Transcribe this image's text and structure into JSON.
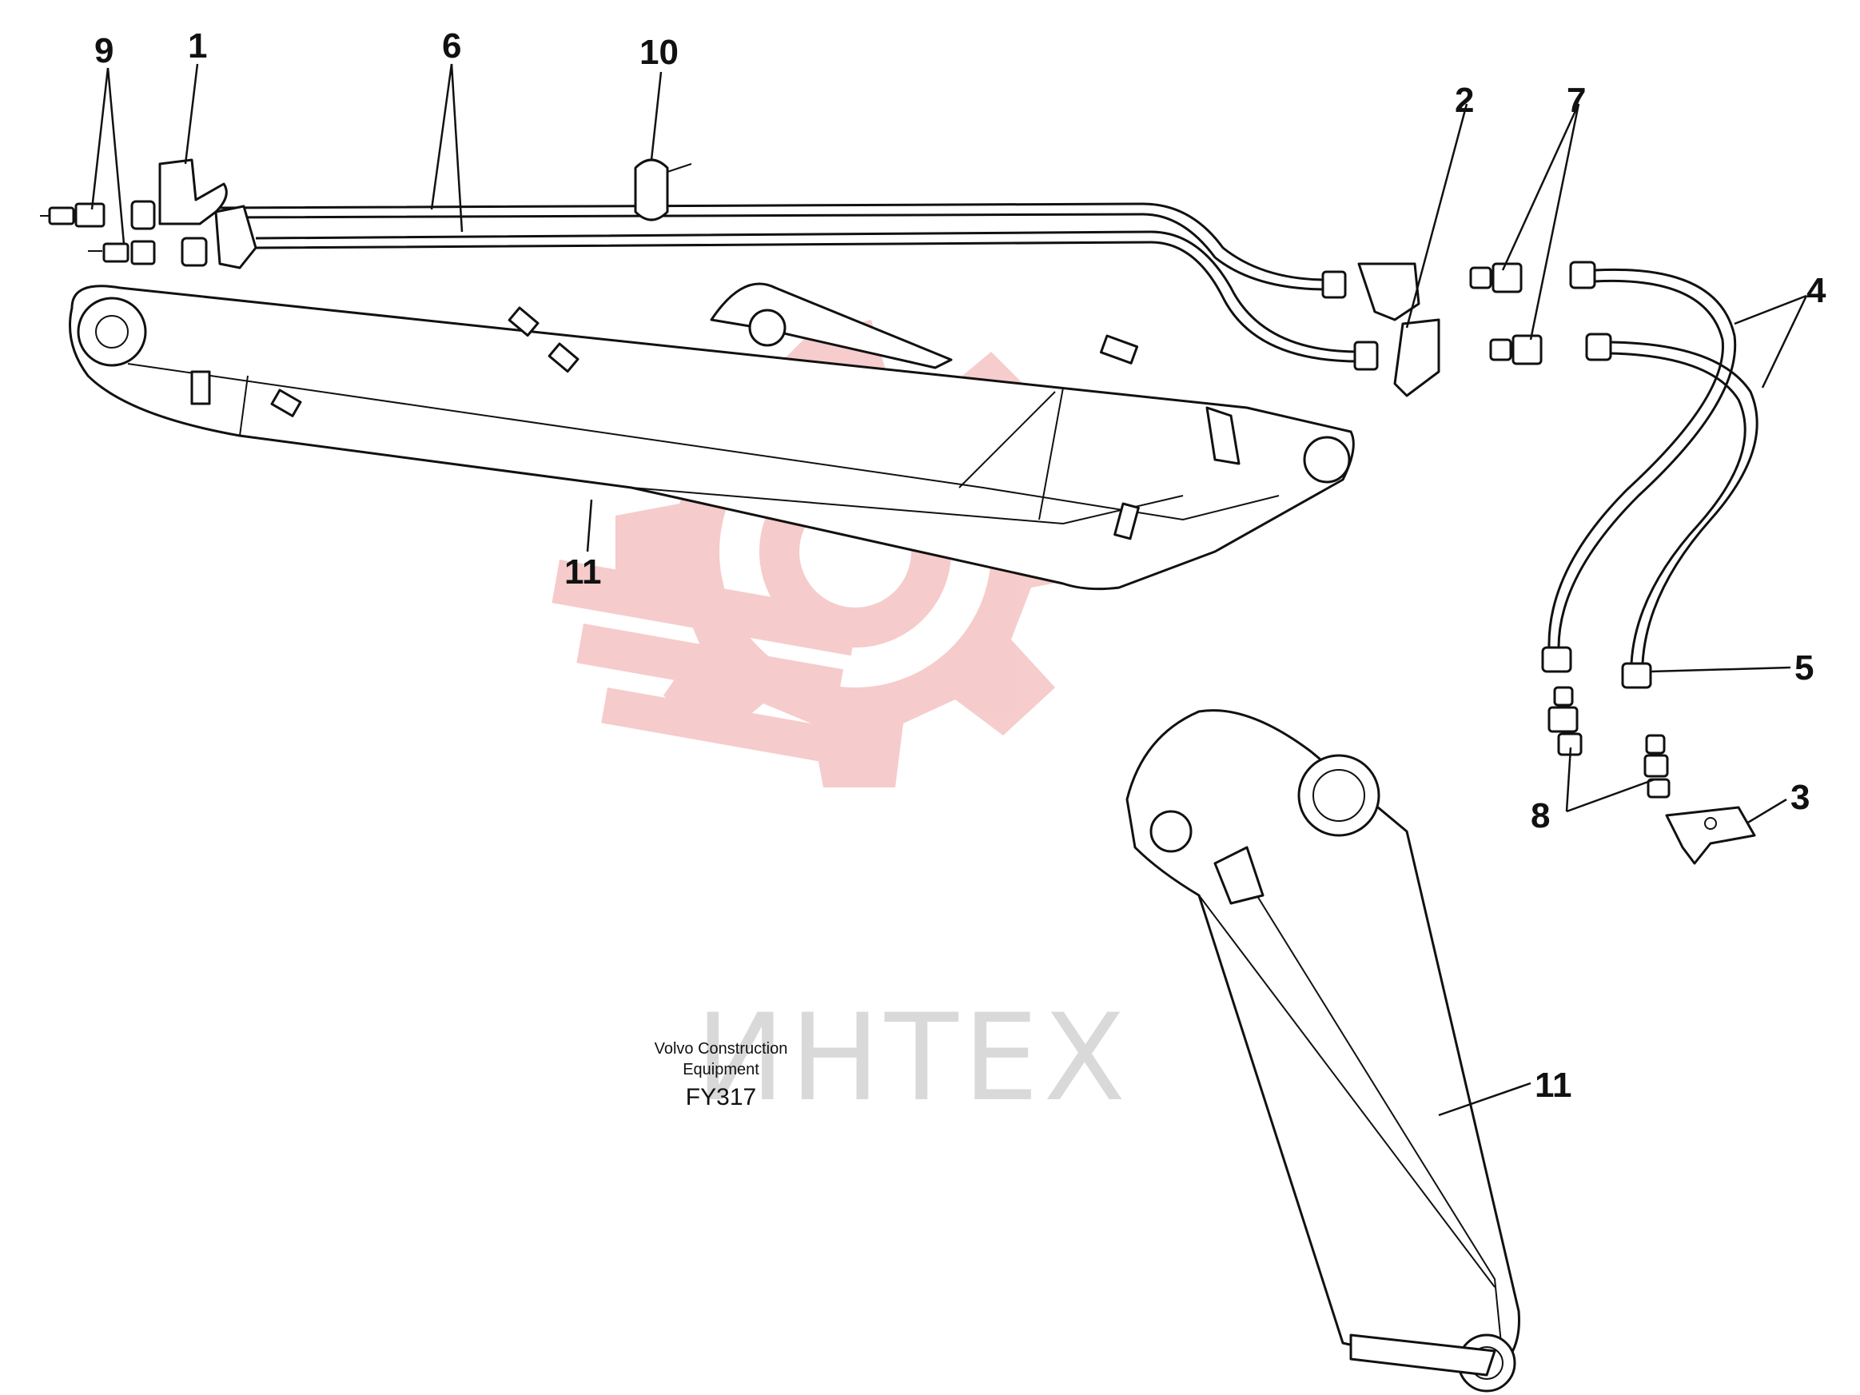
{
  "diagram": {
    "callouts": [
      {
        "id": "c9",
        "label": "9"
      },
      {
        "id": "c1",
        "label": "1"
      },
      {
        "id": "c6",
        "label": "6"
      },
      {
        "id": "c10",
        "label": "10"
      },
      {
        "id": "c2",
        "label": "2"
      },
      {
        "id": "c7",
        "label": "7"
      },
      {
        "id": "c4",
        "label": "4"
      },
      {
        "id": "c5",
        "label": "5"
      },
      {
        "id": "c3",
        "label": "3"
      },
      {
        "id": "c8",
        "label": "8"
      },
      {
        "id": "c11a",
        "label": "11"
      },
      {
        "id": "c11b",
        "label": "11"
      }
    ],
    "caption": {
      "line1": "Volvo Construction",
      "line2": "Equipment",
      "code": "FY317"
    },
    "watermark": {
      "text": "ИНТЕХ",
      "gear_color": "#f6c9c9",
      "text_color": "#d9d9d9"
    }
  }
}
